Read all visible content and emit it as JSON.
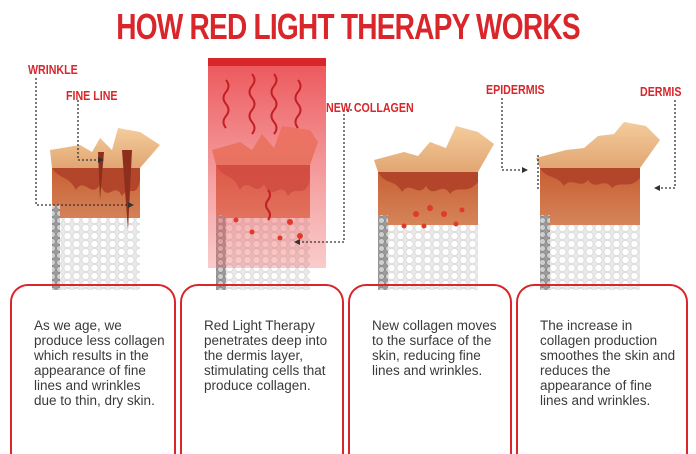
{
  "title": "HOW RED LIGHT THERAPY WORKS",
  "labels": {
    "wrinkle": "WRINKLE",
    "fine_line": "FINE LINE",
    "new_collagen": "NEW COLLAGEN",
    "epidermis": "EPIDERMIS",
    "dermis": "DERMIS"
  },
  "steps": [
    {
      "text": "As we age, we produce less collagen which results in the appearance of fine lines and wrinkles due to thin, dry skin."
    },
    {
      "text": "Red Light Therapy penetrates deep into the dermis layer, stimulating cells that produce collagen."
    },
    {
      "text": "New collagen moves to the surface of the skin, reducing fine lines and wrinkles."
    },
    {
      "text": "The increase in collagen production smoothes the skin and reduces the appearance of fine lines and wrinkles."
    }
  ],
  "colors": {
    "accent": "#d8262b",
    "skin_top": "#e9b887",
    "dermis": "#b4522b",
    "fat": "#f2f2f2"
  }
}
